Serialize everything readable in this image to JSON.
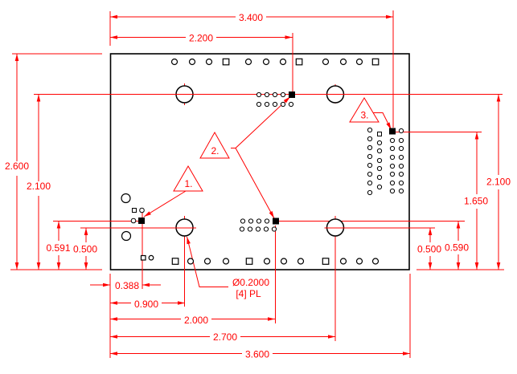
{
  "drawing": {
    "description": "PCB mechanical dimension drawing",
    "colors": {
      "dimension": "#ff0000",
      "outline": "#000000",
      "background": "#ffffff"
    },
    "dimension_labels": {
      "top_inner": "2.200",
      "top_full": "3.400",
      "left_full_height": "2.600",
      "left_upper": "2.100",
      "left_pad_row": "0.591",
      "left_hole_row": "0.500",
      "bottom_pad1": "0.388",
      "bottom_hole1": "0.900",
      "bottom_pad2": "2.000",
      "bottom_hole2": "2.700",
      "bottom_full": "3.600",
      "right_hole_row": "0.500",
      "right_pad_row": "0.590",
      "right_pad_col": "1.650",
      "right_upper": "2.100"
    },
    "flag_notes": [
      {
        "label": "1."
      },
      {
        "label": "2."
      },
      {
        "label": "3."
      }
    ],
    "hole_callout": {
      "diameter": "Ø0.2000",
      "places": "[4] PL"
    }
  }
}
